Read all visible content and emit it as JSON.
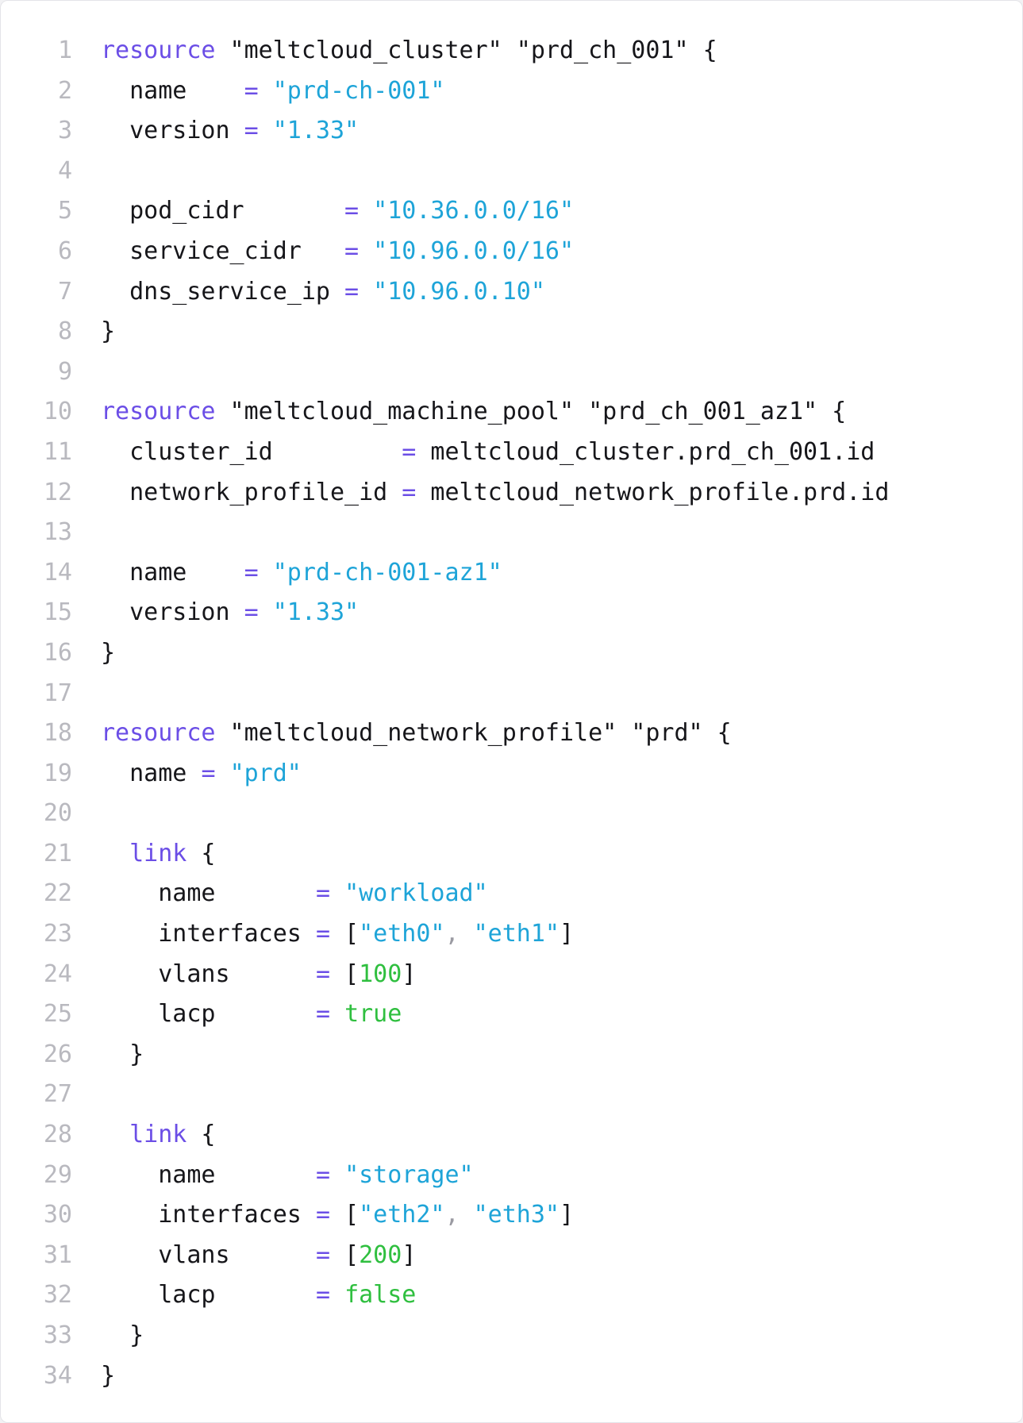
{
  "editor": {
    "theme": {
      "keyword": "#6b4ee6",
      "operator": "#6b4ee6",
      "string": "#1ea4d8",
      "number": "#2fbf3f",
      "boolean": "#2fbf3f",
      "text": "#16161a",
      "line_number": "#b9b9bf"
    },
    "lines": [
      {
        "n": "1",
        "tokens": [
          {
            "t": "resource",
            "k": "kw"
          },
          {
            "t": " \"meltcloud_cluster\" \"prd_ch_001\" {",
            "k": "text"
          }
        ]
      },
      {
        "n": "2",
        "tokens": [
          {
            "t": "  name    ",
            "k": "text"
          },
          {
            "t": "=",
            "k": "op"
          },
          {
            "t": " ",
            "k": "text"
          },
          {
            "t": "\"prd-ch-001\"",
            "k": "str"
          }
        ]
      },
      {
        "n": "3",
        "tokens": [
          {
            "t": "  version ",
            "k": "text"
          },
          {
            "t": "=",
            "k": "op"
          },
          {
            "t": " ",
            "k": "text"
          },
          {
            "t": "\"1.33\"",
            "k": "str"
          }
        ]
      },
      {
        "n": "4",
        "tokens": []
      },
      {
        "n": "5",
        "tokens": [
          {
            "t": "  pod_cidr       ",
            "k": "text"
          },
          {
            "t": "=",
            "k": "op"
          },
          {
            "t": " ",
            "k": "text"
          },
          {
            "t": "\"10.36.0.0/16\"",
            "k": "str"
          }
        ]
      },
      {
        "n": "6",
        "tokens": [
          {
            "t": "  service_cidr   ",
            "k": "text"
          },
          {
            "t": "=",
            "k": "op"
          },
          {
            "t": " ",
            "k": "text"
          },
          {
            "t": "\"10.96.0.0/16\"",
            "k": "str"
          }
        ]
      },
      {
        "n": "7",
        "tokens": [
          {
            "t": "  dns_service_ip ",
            "k": "text"
          },
          {
            "t": "=",
            "k": "op"
          },
          {
            "t": " ",
            "k": "text"
          },
          {
            "t": "\"10.96.0.10\"",
            "k": "str"
          }
        ]
      },
      {
        "n": "8",
        "tokens": [
          {
            "t": "}",
            "k": "text"
          }
        ]
      },
      {
        "n": "9",
        "tokens": []
      },
      {
        "n": "10",
        "tokens": [
          {
            "t": "resource",
            "k": "kw"
          },
          {
            "t": " \"meltcloud_machine_pool\" \"prd_ch_001_az1\" {",
            "k": "text"
          }
        ]
      },
      {
        "n": "11",
        "tokens": [
          {
            "t": "  cluster_id         ",
            "k": "text"
          },
          {
            "t": "=",
            "k": "op"
          },
          {
            "t": " meltcloud_cluster.prd_ch_001.id",
            "k": "text"
          }
        ]
      },
      {
        "n": "12",
        "tokens": [
          {
            "t": "  network_profile_id ",
            "k": "text"
          },
          {
            "t": "=",
            "k": "op"
          },
          {
            "t": " meltcloud_network_profile.prd.id",
            "k": "text"
          }
        ]
      },
      {
        "n": "13",
        "tokens": []
      },
      {
        "n": "14",
        "tokens": [
          {
            "t": "  name    ",
            "k": "text"
          },
          {
            "t": "=",
            "k": "op"
          },
          {
            "t": " ",
            "k": "text"
          },
          {
            "t": "\"prd-ch-001-az1\"",
            "k": "str"
          }
        ]
      },
      {
        "n": "15",
        "tokens": [
          {
            "t": "  version ",
            "k": "text"
          },
          {
            "t": "=",
            "k": "op"
          },
          {
            "t": " ",
            "k": "text"
          },
          {
            "t": "\"1.33\"",
            "k": "str"
          }
        ]
      },
      {
        "n": "16",
        "tokens": [
          {
            "t": "}",
            "k": "text"
          }
        ]
      },
      {
        "n": "17",
        "tokens": []
      },
      {
        "n": "18",
        "tokens": [
          {
            "t": "resource",
            "k": "kw"
          },
          {
            "t": " \"meltcloud_network_profile\" \"prd\" {",
            "k": "text"
          }
        ]
      },
      {
        "n": "19",
        "tokens": [
          {
            "t": "  name ",
            "k": "text"
          },
          {
            "t": "=",
            "k": "op"
          },
          {
            "t": " ",
            "k": "text"
          },
          {
            "t": "\"prd\"",
            "k": "str"
          }
        ]
      },
      {
        "n": "20",
        "tokens": []
      },
      {
        "n": "21",
        "tokens": [
          {
            "t": "  ",
            "k": "text"
          },
          {
            "t": "link",
            "k": "kw"
          },
          {
            "t": " {",
            "k": "text"
          }
        ]
      },
      {
        "n": "22",
        "tokens": [
          {
            "t": "    name       ",
            "k": "text"
          },
          {
            "t": "=",
            "k": "op"
          },
          {
            "t": " ",
            "k": "text"
          },
          {
            "t": "\"workload\"",
            "k": "str"
          }
        ]
      },
      {
        "n": "23",
        "tokens": [
          {
            "t": "    interfaces ",
            "k": "text"
          },
          {
            "t": "=",
            "k": "op"
          },
          {
            "t": " [",
            "k": "text"
          },
          {
            "t": "\"eth0\"",
            "k": "str"
          },
          {
            "t": ",",
            "k": "punct"
          },
          {
            "t": " ",
            "k": "text"
          },
          {
            "t": "\"eth1\"",
            "k": "str"
          },
          {
            "t": "]",
            "k": "text"
          }
        ]
      },
      {
        "n": "24",
        "tokens": [
          {
            "t": "    vlans      ",
            "k": "text"
          },
          {
            "t": "=",
            "k": "op"
          },
          {
            "t": " [",
            "k": "text"
          },
          {
            "t": "100",
            "k": "num"
          },
          {
            "t": "]",
            "k": "text"
          }
        ]
      },
      {
        "n": "25",
        "tokens": [
          {
            "t": "    lacp       ",
            "k": "text"
          },
          {
            "t": "=",
            "k": "op"
          },
          {
            "t": " ",
            "k": "text"
          },
          {
            "t": "true",
            "k": "bool"
          }
        ]
      },
      {
        "n": "26",
        "tokens": [
          {
            "t": "  }",
            "k": "text"
          }
        ]
      },
      {
        "n": "27",
        "tokens": []
      },
      {
        "n": "28",
        "tokens": [
          {
            "t": "  ",
            "k": "text"
          },
          {
            "t": "link",
            "k": "kw"
          },
          {
            "t": " {",
            "k": "text"
          }
        ]
      },
      {
        "n": "29",
        "tokens": [
          {
            "t": "    name       ",
            "k": "text"
          },
          {
            "t": "=",
            "k": "op"
          },
          {
            "t": " ",
            "k": "text"
          },
          {
            "t": "\"storage\"",
            "k": "str"
          }
        ]
      },
      {
        "n": "30",
        "tokens": [
          {
            "t": "    interfaces ",
            "k": "text"
          },
          {
            "t": "=",
            "k": "op"
          },
          {
            "t": " [",
            "k": "text"
          },
          {
            "t": "\"eth2\"",
            "k": "str"
          },
          {
            "t": ",",
            "k": "punct"
          },
          {
            "t": " ",
            "k": "text"
          },
          {
            "t": "\"eth3\"",
            "k": "str"
          },
          {
            "t": "]",
            "k": "text"
          }
        ]
      },
      {
        "n": "31",
        "tokens": [
          {
            "t": "    vlans      ",
            "k": "text"
          },
          {
            "t": "=",
            "k": "op"
          },
          {
            "t": " [",
            "k": "text"
          },
          {
            "t": "200",
            "k": "num"
          },
          {
            "t": "]",
            "k": "text"
          }
        ]
      },
      {
        "n": "32",
        "tokens": [
          {
            "t": "    lacp       ",
            "k": "text"
          },
          {
            "t": "=",
            "k": "op"
          },
          {
            "t": " ",
            "k": "text"
          },
          {
            "t": "false",
            "k": "bool"
          }
        ]
      },
      {
        "n": "33",
        "tokens": [
          {
            "t": "  }",
            "k": "text"
          }
        ]
      },
      {
        "n": "34",
        "tokens": [
          {
            "t": "}",
            "k": "text"
          }
        ]
      }
    ]
  }
}
